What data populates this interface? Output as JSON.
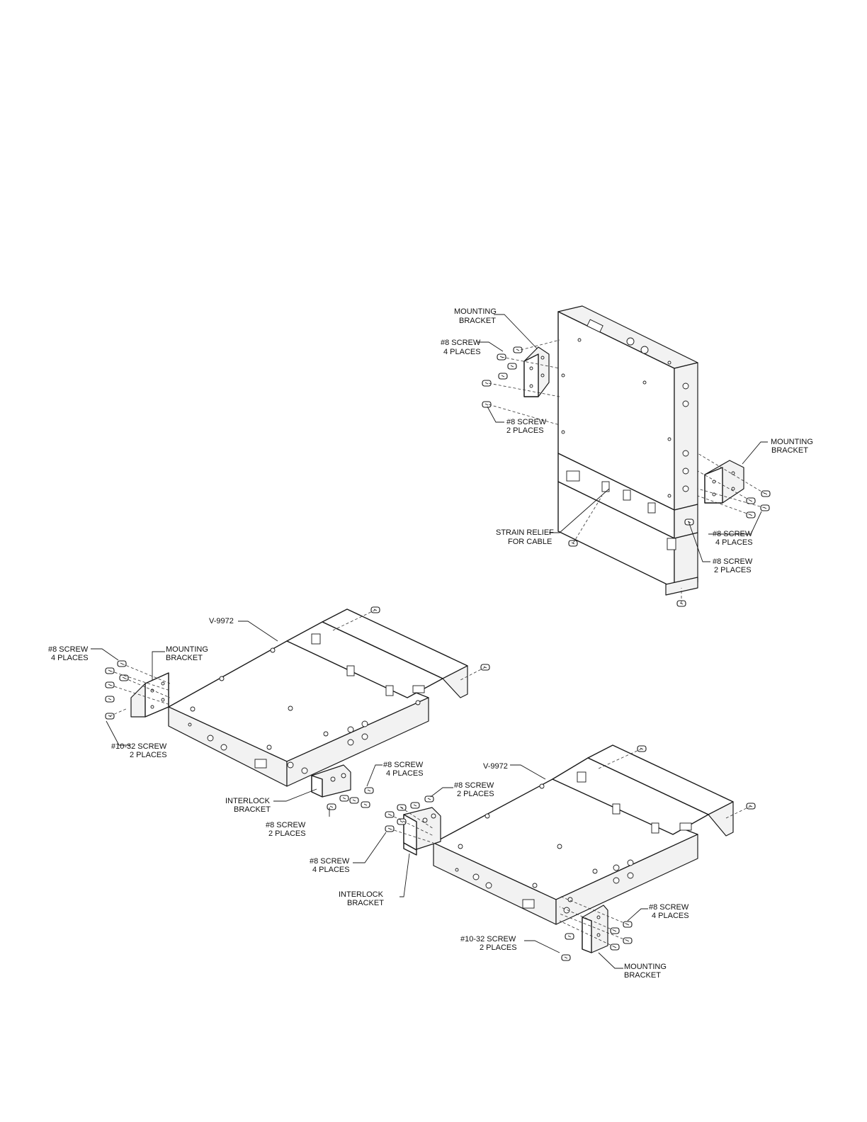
{
  "top_assembly": {
    "mounting_bracket_left": [
      "MOUNTING",
      "BRACKET"
    ],
    "screw_4_left": [
      "#8 SCREW",
      "4 PLACES"
    ],
    "screw_2_left": [
      "#8 SCREW",
      "2 PLACES"
    ],
    "mounting_bracket_right": [
      "MOUNTING",
      "BRACKET"
    ],
    "strain_relief": [
      "STRAIN RELIEF",
      "FOR CABLE"
    ],
    "screw_4_right": [
      "#8 SCREW",
      "4 PLACES"
    ],
    "screw_2_right": [
      "#8 SCREW",
      "2 PLACES"
    ]
  },
  "left_assembly": {
    "model": "V-9972",
    "screw_4": [
      "#8 SCREW",
      "4 PLACES"
    ],
    "mounting_bracket": [
      "MOUNTING",
      "BRACKET"
    ],
    "screw_10_32": [
      "#10-32 SCREW",
      "2 PLACES"
    ],
    "interlock_bracket": [
      "INTERLOCK",
      "BRACKET"
    ],
    "screw_2": [
      "#8 SCREW",
      "2 PLACES"
    ],
    "screw_4_interlock": [
      "#8 SCREW",
      "4 PLACES"
    ]
  },
  "right_assembly": {
    "model": "V-9972",
    "screw_2_interlock": [
      "#8 SCREW",
      "2 PLACES"
    ],
    "screw_4_interlock": [
      "#8 SCREW",
      "4 PLACES"
    ],
    "interlock_bracket": [
      "INTERLOCK",
      "BRACKET"
    ],
    "screw_4": [
      "#8 SCREW",
      "4 PLACES"
    ],
    "screw_10_32": [
      "#10-32 SCREW",
      "2 PLACES"
    ],
    "mounting_bracket": [
      "MOUNTING",
      "BRACKET"
    ]
  }
}
